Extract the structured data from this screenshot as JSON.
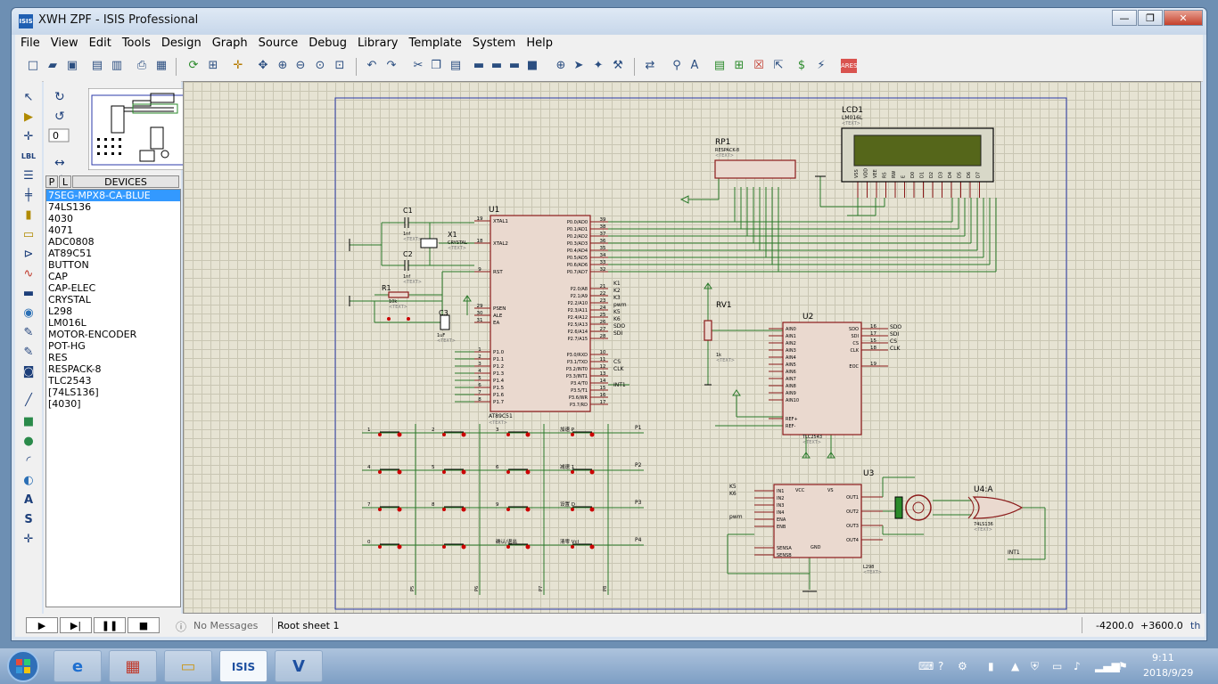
{
  "window": {
    "title": "XWH ZPF - ISIS Professional",
    "icon_text": "ISIS",
    "minimize": "—",
    "maximize": "❐",
    "close": "✕"
  },
  "menu": [
    "File",
    "View",
    "Edit",
    "Tools",
    "Design",
    "Graph",
    "Source",
    "Debug",
    "Library",
    "Template",
    "System",
    "Help"
  ],
  "panel": {
    "rotation_value": "0",
    "tab_p": "P",
    "tab_l": "L",
    "devices_header": "DEVICES",
    "devices": [
      "7SEG-MPX8-CA-BLUE",
      "74LS136",
      "4030",
      "4071",
      "ADC0808",
      "AT89C51",
      "BUTTON",
      "CAP",
      "CAP-ELEC",
      "CRYSTAL",
      "L298",
      "LM016L",
      "MOTOR-ENCODER",
      "POT-HG",
      "RES",
      "RESPACK-8",
      "TLC2543",
      "[74LS136]",
      "[4030]"
    ],
    "selected_device": "7SEG-MPX8-CA-BLUE"
  },
  "status": {
    "messages": "No Messages",
    "sheet": "Root sheet 1",
    "x": "-4200.0",
    "y": "+3600.0",
    "unit": "th"
  },
  "schematic": {
    "lcd": {
      "ref": "LCD1",
      "part": "LM016L",
      "text": "<TEXT>",
      "pins": [
        "VSS",
        "VDD",
        "VEE",
        "RS",
        "RW",
        "E",
        "D0",
        "D1",
        "D2",
        "D3",
        "D4",
        "D5",
        "D6",
        "D7"
      ]
    },
    "rp1": {
      "ref": "RP1",
      "part": "RESPACK-8",
      "text": "<TEXT>"
    },
    "u1": {
      "ref": "U1",
      "part": "AT89C51",
      "text": "<TEXT>",
      "left_pins": [
        "XTAL1",
        "XTAL2",
        "RST",
        "PSEN",
        "ALE",
        "EA",
        "P1.0",
        "P1.1",
        "P1.2",
        "P1.3",
        "P1.4",
        "P1.5",
        "P1.6",
        "P1.7"
      ],
      "left_nums": [
        "19",
        "18",
        "9",
        "29",
        "30",
        "31",
        "1",
        "2",
        "3",
        "4",
        "5",
        "6",
        "7",
        "8"
      ],
      "right_pins": [
        "P0.0/AD0",
        "P0.1/AD1",
        "P0.2/AD2",
        "P0.3/AD3",
        "P0.4/AD4",
        "P0.5/AD5",
        "P0.6/AD6",
        "P0.7/AD7",
        "P2.0/A8",
        "P2.1/A9",
        "P2.2/A10",
        "P2.3/A11",
        "P2.4/A12",
        "P2.5/A13",
        "P2.6/A14",
        "P2.7/A15",
        "P3.0/RXD",
        "P3.1/TXD",
        "P3.2/INT0",
        "P3.3/INT1",
        "P3.4/T0",
        "P3.5/T1",
        "P3.6/WR",
        "P3.7/RD"
      ],
      "right_nums": [
        "39",
        "38",
        "37",
        "36",
        "35",
        "34",
        "33",
        "32",
        "21",
        "22",
        "23",
        "24",
        "25",
        "26",
        "27",
        "28",
        "10",
        "11",
        "12",
        "13",
        "14",
        "15",
        "16",
        "17"
      ],
      "nets": [
        "K1",
        "K2",
        "K3",
        "pwm",
        "K5",
        "K6",
        "SDO",
        "SDI",
        "CS",
        "CLK",
        "INT1"
      ]
    },
    "c1": {
      "ref": "C1",
      "val": "1nf",
      "text": "<TEXT>"
    },
    "c2": {
      "ref": "C2",
      "val": "1nf",
      "text": "<TEXT>"
    },
    "x1": {
      "ref": "X1",
      "part": "CRYSTAL",
      "text": "<TEXT>"
    },
    "r1": {
      "ref": "R1",
      "val": "10k",
      "text": "<TEXT>"
    },
    "c3": {
      "ref": "C3",
      "val": "1uF",
      "text": "<TEXT>"
    },
    "rv1": {
      "ref": "RV1",
      "val": "1k",
      "text": "<TEXT>"
    },
    "u2": {
      "ref": "U2",
      "part": "TLC2543",
      "text": "<TEXT>",
      "left_pins": [
        "AIN0",
        "AIN1",
        "AIN2",
        "AIN3",
        "AIN4",
        "AIN5",
        "AIN6",
        "AIN7",
        "AIN8",
        "AIN9",
        "AIN10",
        "REF+",
        "REF-"
      ],
      "right_pins": [
        "SDO",
        "SDI",
        "CS",
        "CLK",
        "EOC"
      ],
      "right_nums": [
        "16",
        "17",
        "15",
        "18",
        "19"
      ]
    },
    "u3": {
      "ref": "U3",
      "part": "L298",
      "text": "<TEXT>",
      "left_pins": [
        "IN1",
        "IN2",
        "IN3",
        "IN4",
        "ENA",
        "ENB",
        "SENSA",
        "SENSB"
      ],
      "right_pins": [
        "OUT1",
        "OUT2",
        "OUT3",
        "OUT4"
      ],
      "top_pins": [
        "VCC",
        "VS"
      ],
      "bottom_pin": "GND",
      "nets": [
        "K5",
        "K6",
        "pwm"
      ]
    },
    "u4": {
      "ref": "U4:A",
      "part": "74LS136",
      "text": "<TEXT>",
      "net": "INT1"
    },
    "keys": [
      "1",
      "2",
      "3",
      "加速 P",
      "4",
      "5",
      "6",
      "减速 1",
      "7",
      "8",
      "9",
      "设置 D",
      "0",
      ".",
      "确认/退出",
      "清零 Vcl"
    ],
    "rows": [
      "P1",
      "P2",
      "P3",
      "P4"
    ],
    "cols": [
      "P5",
      "P6",
      "P7",
      "P8"
    ]
  }
}
